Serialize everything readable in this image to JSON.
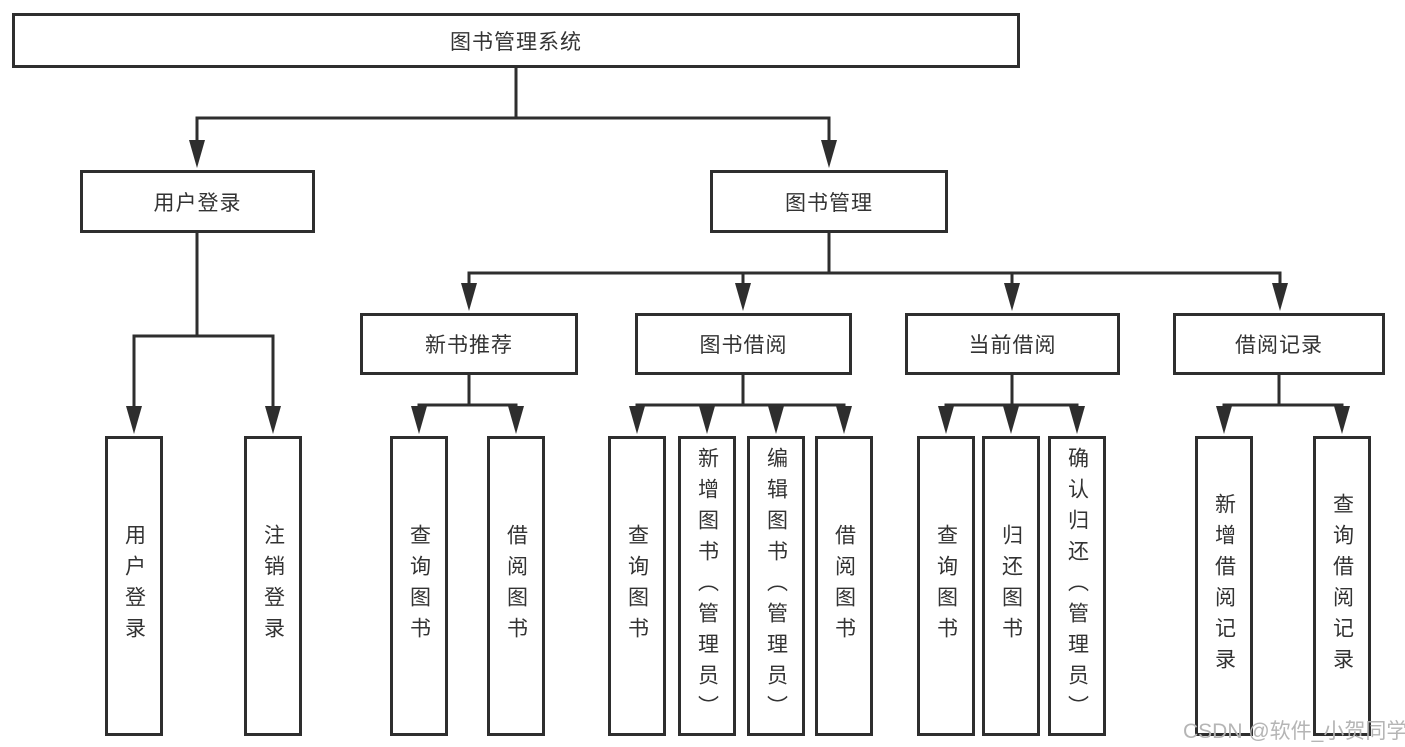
{
  "diagram": {
    "root": {
      "label": "图书管理系统"
    },
    "level2": [
      {
        "label": "用户登录"
      },
      {
        "label": "图书管理"
      }
    ],
    "level3": [
      {
        "label": "新书推荐"
      },
      {
        "label": "图书借阅"
      },
      {
        "label": "当前借阅"
      },
      {
        "label": "借阅记录"
      }
    ],
    "leaves": [
      {
        "label": "用户登录"
      },
      {
        "label": "注销登录"
      },
      {
        "label": "查询图书"
      },
      {
        "label": "借阅图书"
      },
      {
        "label": "查询图书"
      },
      {
        "label": "新增图书（管理员）"
      },
      {
        "label": "编辑图书（管理员）"
      },
      {
        "label": "借阅图书"
      },
      {
        "label": "查询图书"
      },
      {
        "label": "归还图书"
      },
      {
        "label": "确认归还（管理员）"
      },
      {
        "label": "新增借阅记录"
      },
      {
        "label": "查询借阅记录"
      }
    ]
  },
  "watermark": {
    "text": "CSDN @软件_小贺同学"
  },
  "colors": {
    "line": "#2e2e2e",
    "box_fill": "#ffffff",
    "text": "#333333",
    "watermark": "#b5b5b5"
  }
}
